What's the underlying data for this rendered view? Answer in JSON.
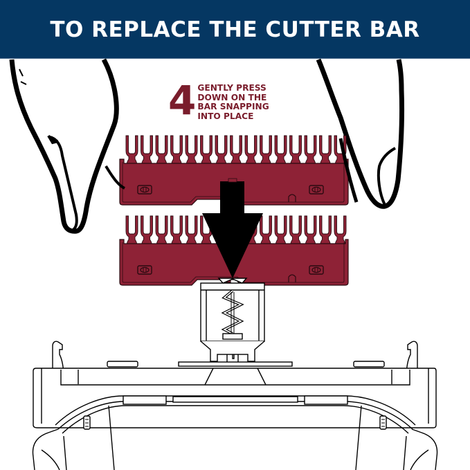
{
  "header": {
    "title": "TO REPLACE THE CUTTER BAR",
    "background_color": "#053762",
    "text_color": "#ffffff"
  },
  "step": {
    "number": "4",
    "lines": [
      "GENTLY PRESS",
      "DOWN ON THE",
      "BAR SNAPPING",
      "INTO PLACE"
    ],
    "text": "GENTLY PRESS\nDOWN ON THE\nBAR SNAPPING\nINTO PLACE",
    "color": "#7a1d2c"
  },
  "illustration": {
    "elements": [
      "left-hand-finger",
      "right-hand-thumb",
      "cutter-bar-upper",
      "cutter-bar-lower",
      "down-arrow",
      "spring-mount",
      "clipper-head"
    ],
    "cutter_bar_color": "#8e2236",
    "arrow_color": "#000000",
    "teeth_count": 15
  }
}
